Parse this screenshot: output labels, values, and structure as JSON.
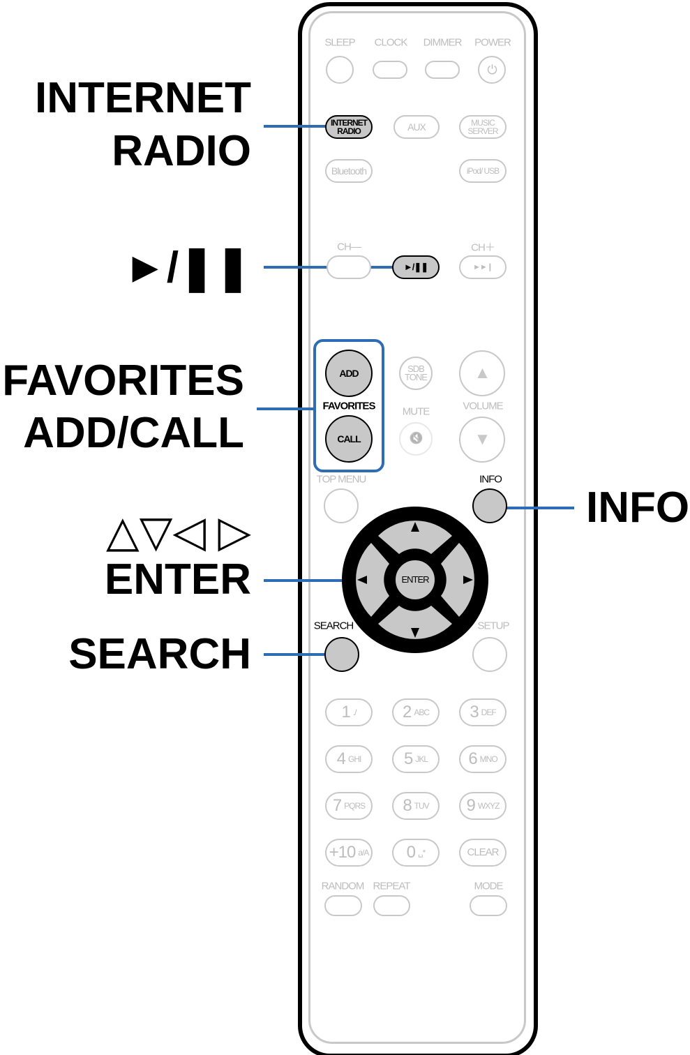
{
  "callouts": {
    "internet_radio_1": "INTERNET",
    "internet_radio_2": "RADIO",
    "play_pause": "►/❚❚",
    "favorites_1": "FAVORITES",
    "favorites_2": "ADD/CALL",
    "arrows": "△▽◁ ▷",
    "enter": "ENTER",
    "search": "SEARCH",
    "info": "INFO"
  },
  "remote": {
    "top_labels": {
      "sleep": "SLEEP",
      "clock": "CLOCK",
      "dimmer": "DIMMER",
      "power": "POWER"
    },
    "power_icon": "⏻",
    "sources": {
      "internet_radio": "INTERNET RADIO",
      "aux": "AUX",
      "music_server": "MUSIC SERVER",
      "bluetooth": "Bluetooth",
      "ipod_usb": "iPod/ USB"
    },
    "ch_minus": "CH—",
    "ch_plus": "CH＋",
    "play_pause": "►/❚❚",
    "skip": "►►❙",
    "add": "ADD",
    "favorites": "FAVORITES",
    "call": "CALL",
    "sdb_tone": "SDB TONE",
    "mute": "MUTE",
    "mute_icon": "🔇",
    "volume": "VOLUME",
    "vol_up": "▲",
    "vol_down": "▼",
    "top_menu": "TOP MENU",
    "info": "INFO",
    "enter": "ENTER",
    "search": "SEARCH",
    "setup": "SETUP",
    "keys": [
      {
        "n": "1",
        "s": "./"
      },
      {
        "n": "2",
        "s": "ABC"
      },
      {
        "n": "3",
        "s": "DEF"
      },
      {
        "n": "4",
        "s": "GHI"
      },
      {
        "n": "5",
        "s": "JKL"
      },
      {
        "n": "6",
        "s": "MNO"
      },
      {
        "n": "7",
        "s": "PQRS"
      },
      {
        "n": "8",
        "s": "TUV"
      },
      {
        "n": "9",
        "s": "WXYZ"
      },
      {
        "n": "+10",
        "s": "a/A"
      },
      {
        "n": "0",
        "s": "␣*"
      },
      {
        "n": "CLEAR",
        "s": ""
      }
    ],
    "random": "RANDOM",
    "repeat": "REPEAT",
    "mode": "MODE"
  },
  "colors": {
    "accent": "#2e6db4",
    "highlight": "#c8c8c8",
    "outline": "#c8c8c8"
  }
}
